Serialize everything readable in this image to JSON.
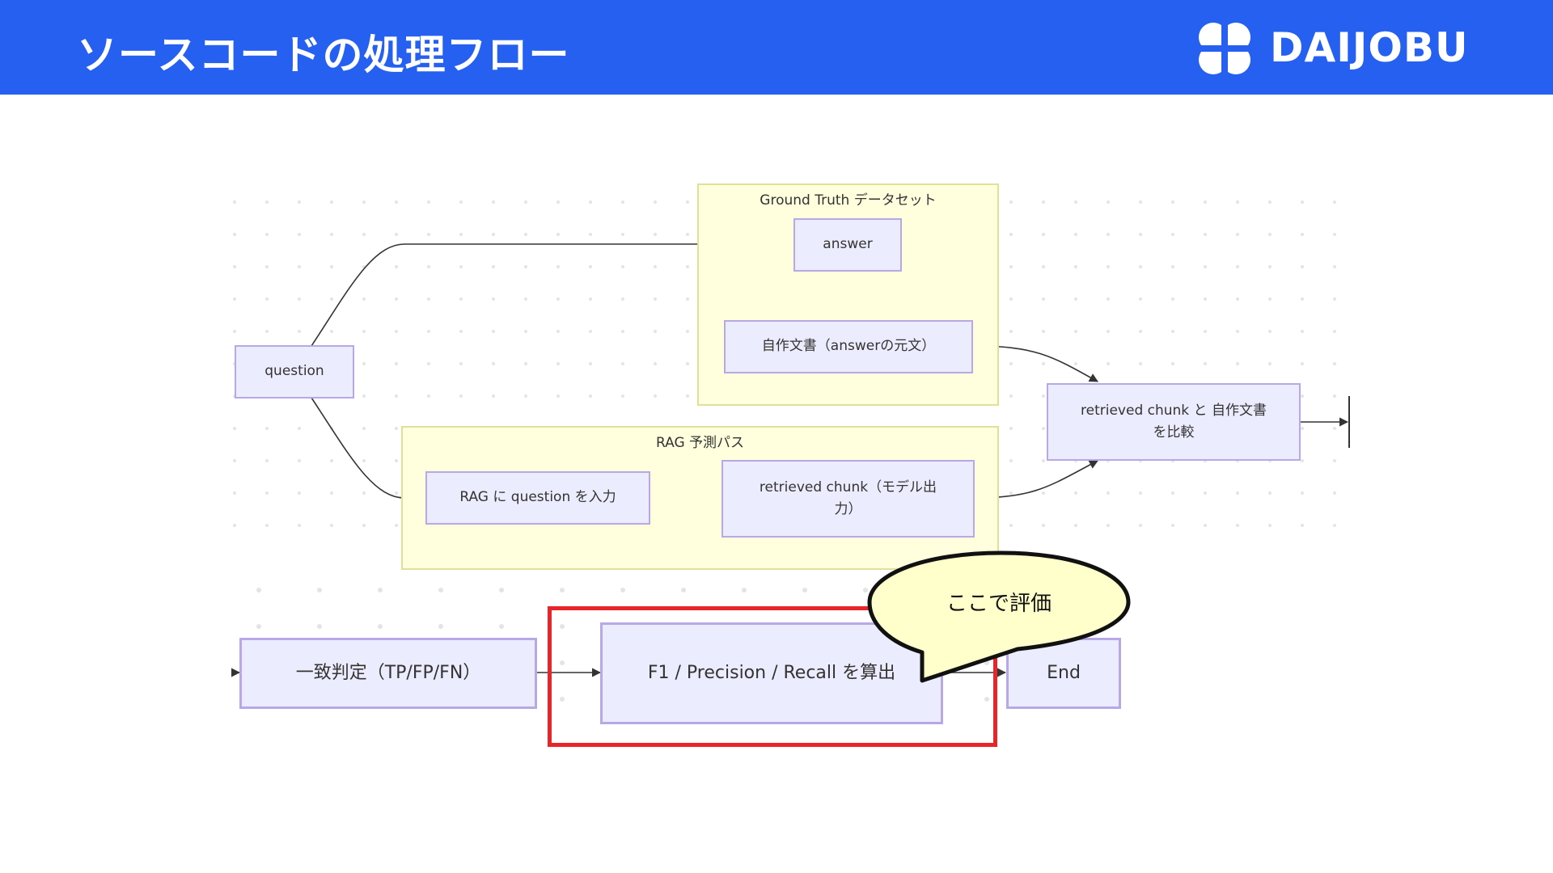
{
  "header": {
    "title": "ソースコードの処理フロー",
    "logo_text": "DAIJOBU",
    "logo_icon": "clover-logo-icon"
  },
  "diagram": {
    "subgraphs": {
      "ground_truth": "Ground Truth データセット",
      "rag_path": "RAG 予測パス"
    },
    "nodes": {
      "question": "question",
      "answer": "answer",
      "source_doc": "自作文書（answerの元文）",
      "rag_input": "RAG に question を入力",
      "retrieved_chunk": "retrieved chunk（モデル出力）",
      "compare": "retrieved chunk と 自作文書 を比較",
      "match": "一致判定（TP/FP/FN）",
      "metrics": "F1 / Precision / Recall を算出",
      "end": "End"
    },
    "callout": "ここで評価"
  },
  "colors": {
    "header_bg": "#2660F0",
    "node_fill": "#ECECFF",
    "node_border": "#B8A8E6",
    "subgraph_fill": "#FFFFDE",
    "highlight": "#E8262A",
    "callout_fill": "#FFFFCC"
  }
}
